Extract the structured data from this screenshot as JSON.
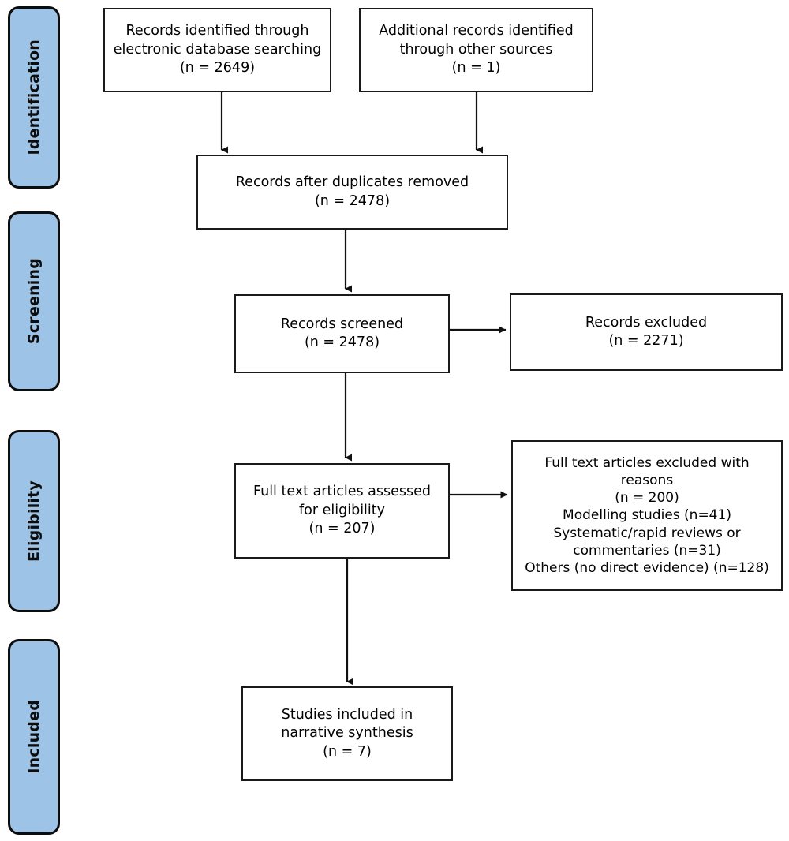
{
  "figure": {
    "type": "prisma-flow-diagram",
    "accent_color": "#9DC3E6",
    "border_color": "#0d0d0d",
    "background": "#ffffff"
  },
  "stages": [
    {
      "id": "identification",
      "label": "Identification"
    },
    {
      "id": "screening",
      "label": "Screening"
    },
    {
      "id": "eligibility",
      "label": "Eligibility"
    },
    {
      "id": "included",
      "label": "Included"
    }
  ],
  "boxes": {
    "database_search": {
      "text": "Records identified through\nelectronic database searching\n(n = 2649)",
      "n": 2649
    },
    "other_sources": {
      "text": "Additional records identified\nthrough other sources\n(n = 1)",
      "n": 1
    },
    "duplicates_removed": {
      "text": "Records after duplicates removed\n(n = 2478)",
      "n": 2478
    },
    "records_screened": {
      "text": "Records screened\n(n = 2478)",
      "n": 2478
    },
    "records_excluded": {
      "text": "Records excluded\n(n = 2271)",
      "n": 2271
    },
    "fulltext_assessed": {
      "text": "Full text articles assessed\nfor eligibility\n(n = 207)",
      "n": 207
    },
    "fulltext_excluded": {
      "text": "Full text articles excluded with\nreasons\n(n = 200)\nModelling studies (n=41)\nSystematic/rapid reviews or\ncommentaries (n=31)\nOthers (no direct evidence) (n=128)",
      "n": 200,
      "reasons": [
        {
          "label": "Modelling studies",
          "n": 41
        },
        {
          "label": "Systematic/rapid reviews or commentaries",
          "n": 31
        },
        {
          "label": "Others (no direct evidence)",
          "n": 128
        }
      ]
    },
    "studies_included": {
      "text": "Studies included in\nnarrative synthesis\n(n = 7)",
      "n": 7
    }
  }
}
